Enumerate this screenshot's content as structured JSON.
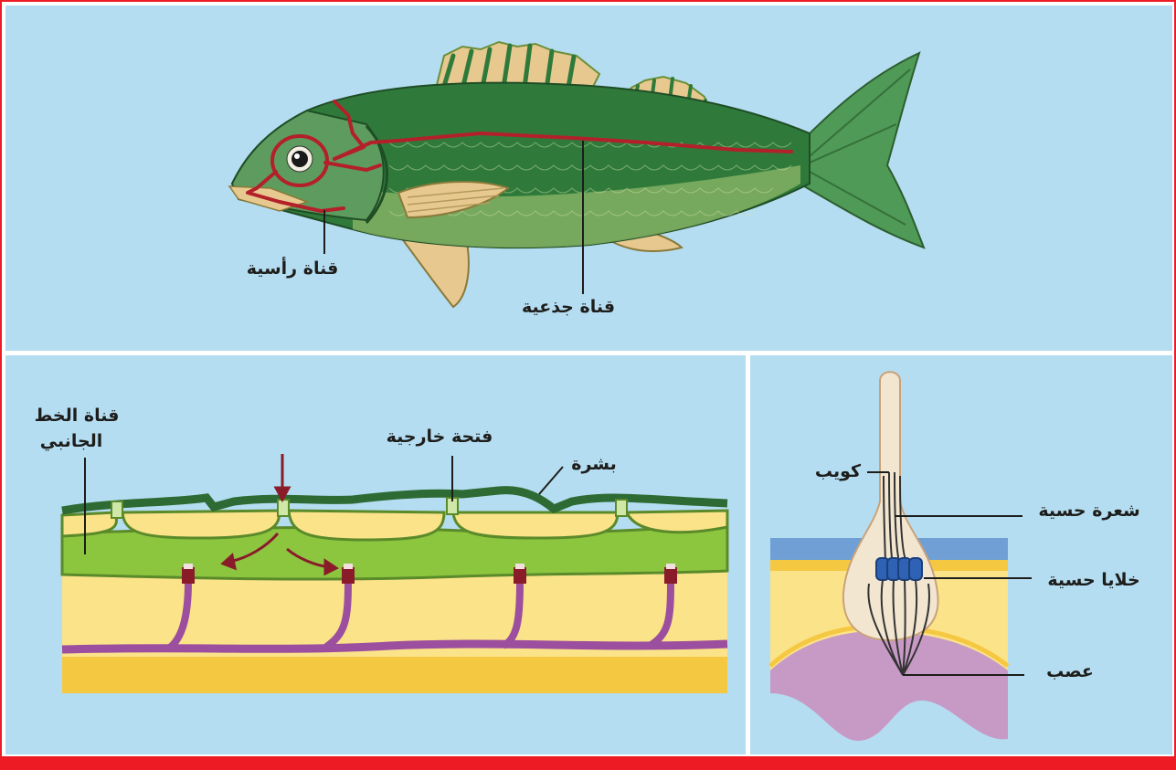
{
  "labels": {
    "head_canal": "قناة رأسية",
    "trunk_canal": "قناة جذعية",
    "lateral_line_canal_1": "قناة الخط",
    "lateral_line_canal_2": "الجانبي",
    "external_opening": "فتحة خارجية",
    "epidermis": "بشرة",
    "cupula": "كويب",
    "sensory_hair": "شعرة حسية",
    "sensory_cells": "خلايا حسية",
    "nerve": "عصب"
  },
  "colors": {
    "background": "#b5ddf1",
    "accent_red": "#ed1c24",
    "canal_red": "#b3202a",
    "fish_green": "#2f7a3a",
    "epidermis_green": "#2e6b34",
    "canal_green": "#8cc63f",
    "nerve_purple": "#9b4f9e",
    "tissue_yellow": "#fbe38a"
  }
}
